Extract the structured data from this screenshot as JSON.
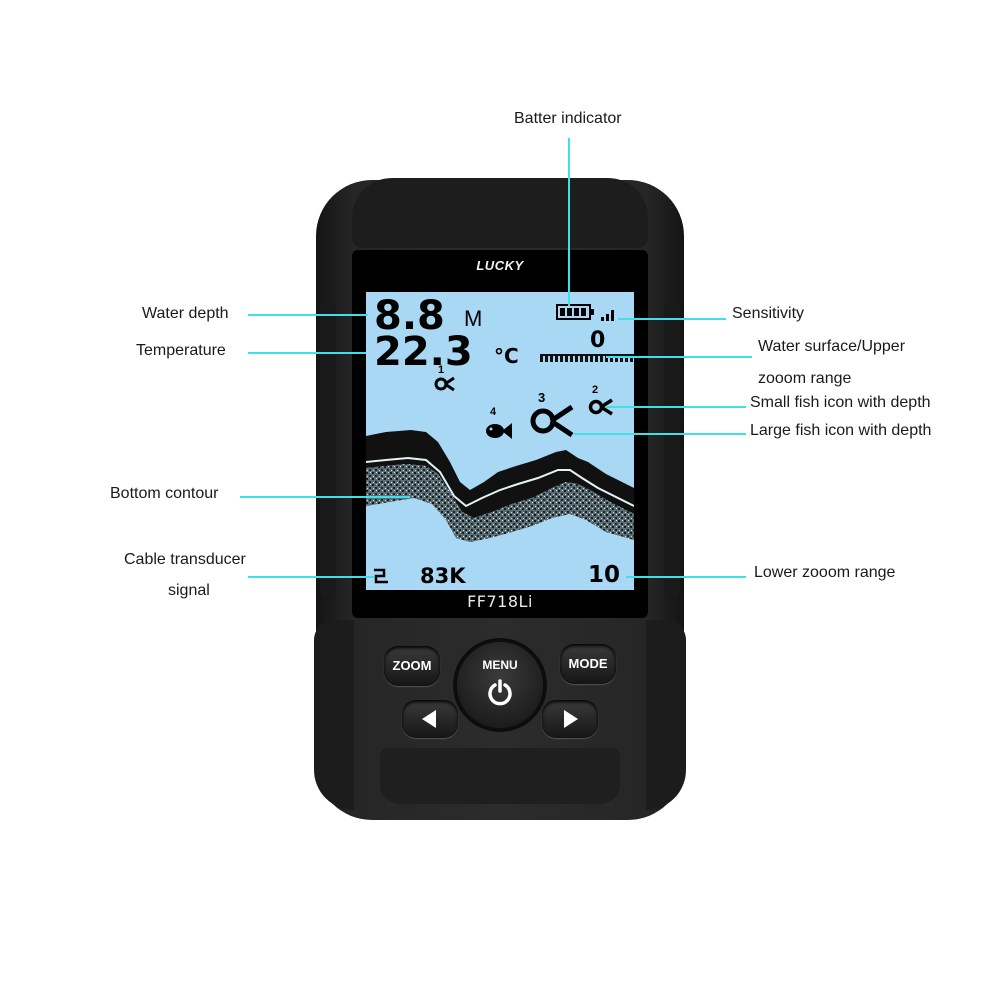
{
  "device": {
    "brand": "LUCKY",
    "model": "FF718Li"
  },
  "screen": {
    "depth_value": "8.8",
    "depth_unit": "M",
    "temperature_value": "22.3",
    "temperature_unit": "°C",
    "surface_range": "0",
    "lower_range": "10",
    "frequency": "83K",
    "fish_depths": [
      "1",
      "4",
      "3",
      "2"
    ],
    "battery_level": 1.0,
    "sensitivity_level": 0.6
  },
  "buttons": {
    "zoom": "ZOOM",
    "menu": "MENU",
    "mode": "MODE"
  },
  "callouts": {
    "battery": "Batter indicator",
    "water_depth": "Water depth",
    "temperature": "Temperature",
    "sensitivity": "Sensitivity",
    "surface_line1": "Water surface/Upper",
    "surface_line2": "zooom range",
    "small_fish": "Small fish icon with depth",
    "large_fish": "Large fish icon with depth",
    "bottom": "Bottom contour",
    "cable_line1": "Cable transducer",
    "cable_line2": "signal",
    "lower_range": "Lower zooom range"
  },
  "colors": {
    "leader": "#3fe0ea",
    "screen_bg": "#a9d8f4",
    "device": "#262626"
  },
  "icons": [
    "battery-icon",
    "signal-bars-icon",
    "fish-icon",
    "power-icon",
    "arrow-left-icon",
    "arrow-right-icon",
    "transducer-icon"
  ]
}
